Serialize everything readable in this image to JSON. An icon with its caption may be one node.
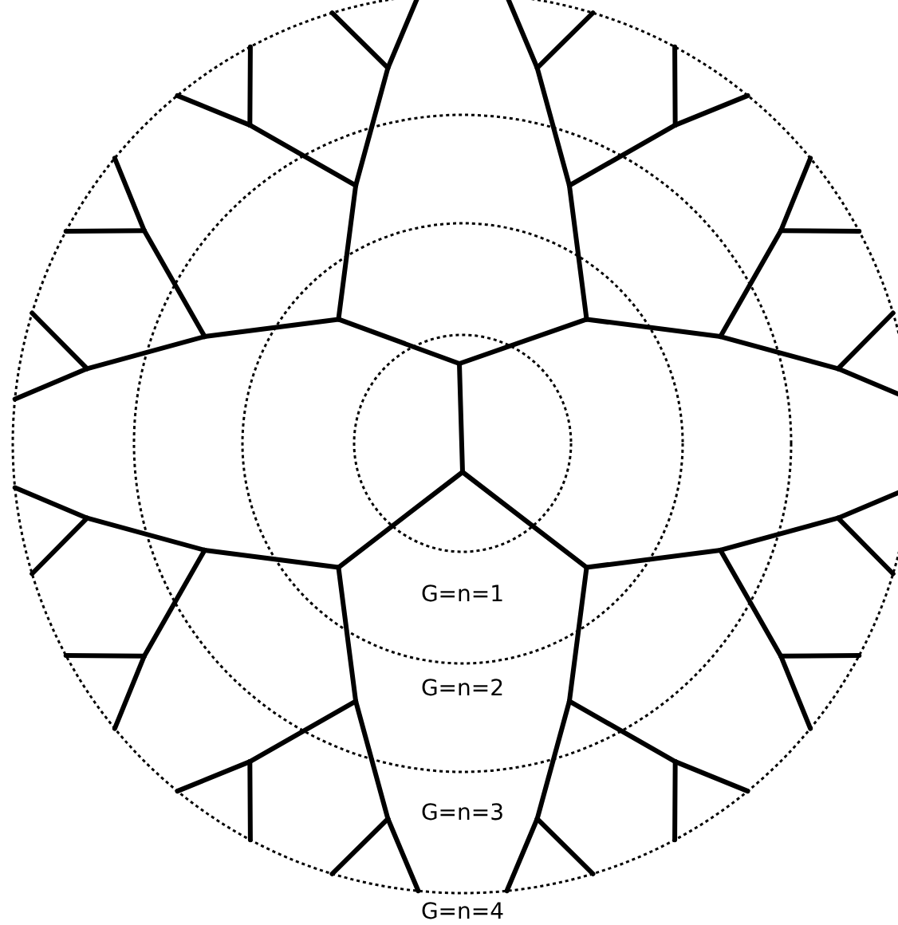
{
  "diagram": {
    "labels": [
      "G=n=1",
      "G=n=2",
      "G=n=3",
      "G=n=4"
    ]
  }
}
